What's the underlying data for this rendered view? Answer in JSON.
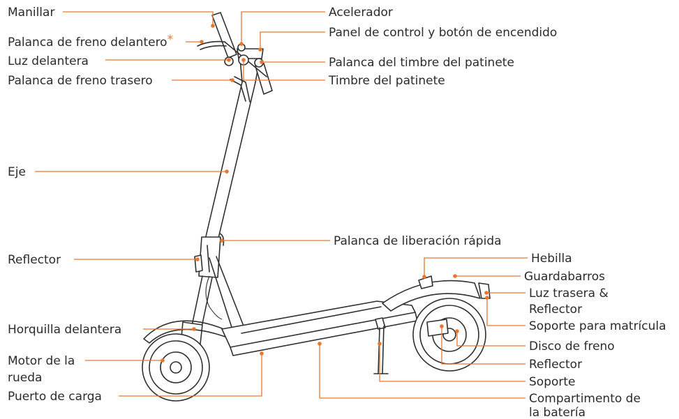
{
  "labels": {
    "manillar": "Manillar",
    "freno_delantero": "Palanca de freno delantero",
    "asterisk": "*",
    "luz_delantera": "Luz delantera",
    "freno_trasero": "Palanca de freno trasero",
    "eje": "Eje",
    "reflector_frontal": "Reflector",
    "horquilla": "Horquilla delantera",
    "motor_1": "Motor de la",
    "motor_2": "rueda",
    "puerto": "Puerto de carga",
    "acelerador": "Acelerador",
    "panel": "Panel de control y botón de encendido",
    "palanca_timbre": "Palanca del timbre del patinete",
    "timbre": "Timbre del patinete",
    "liberacion": "Palanca de liberación rápida",
    "hebilla": "Hebilla",
    "guardabarros": "Guardabarros",
    "luz_trasera_1": "Luz trasera &",
    "luz_trasera_2": "Reflector",
    "soporte_matricula": "Soporte para matrícula",
    "disco": "Disco de freno",
    "reflector_trasero": "Reflector",
    "soporte": "Soporte",
    "bateria_1": "Compartimento de",
    "bateria_2": "la batería"
  },
  "colors": {
    "accent": "#e8772e",
    "line_art": "#2f2f2f",
    "text": "#2b2b2b",
    "background": "#ffffff"
  }
}
